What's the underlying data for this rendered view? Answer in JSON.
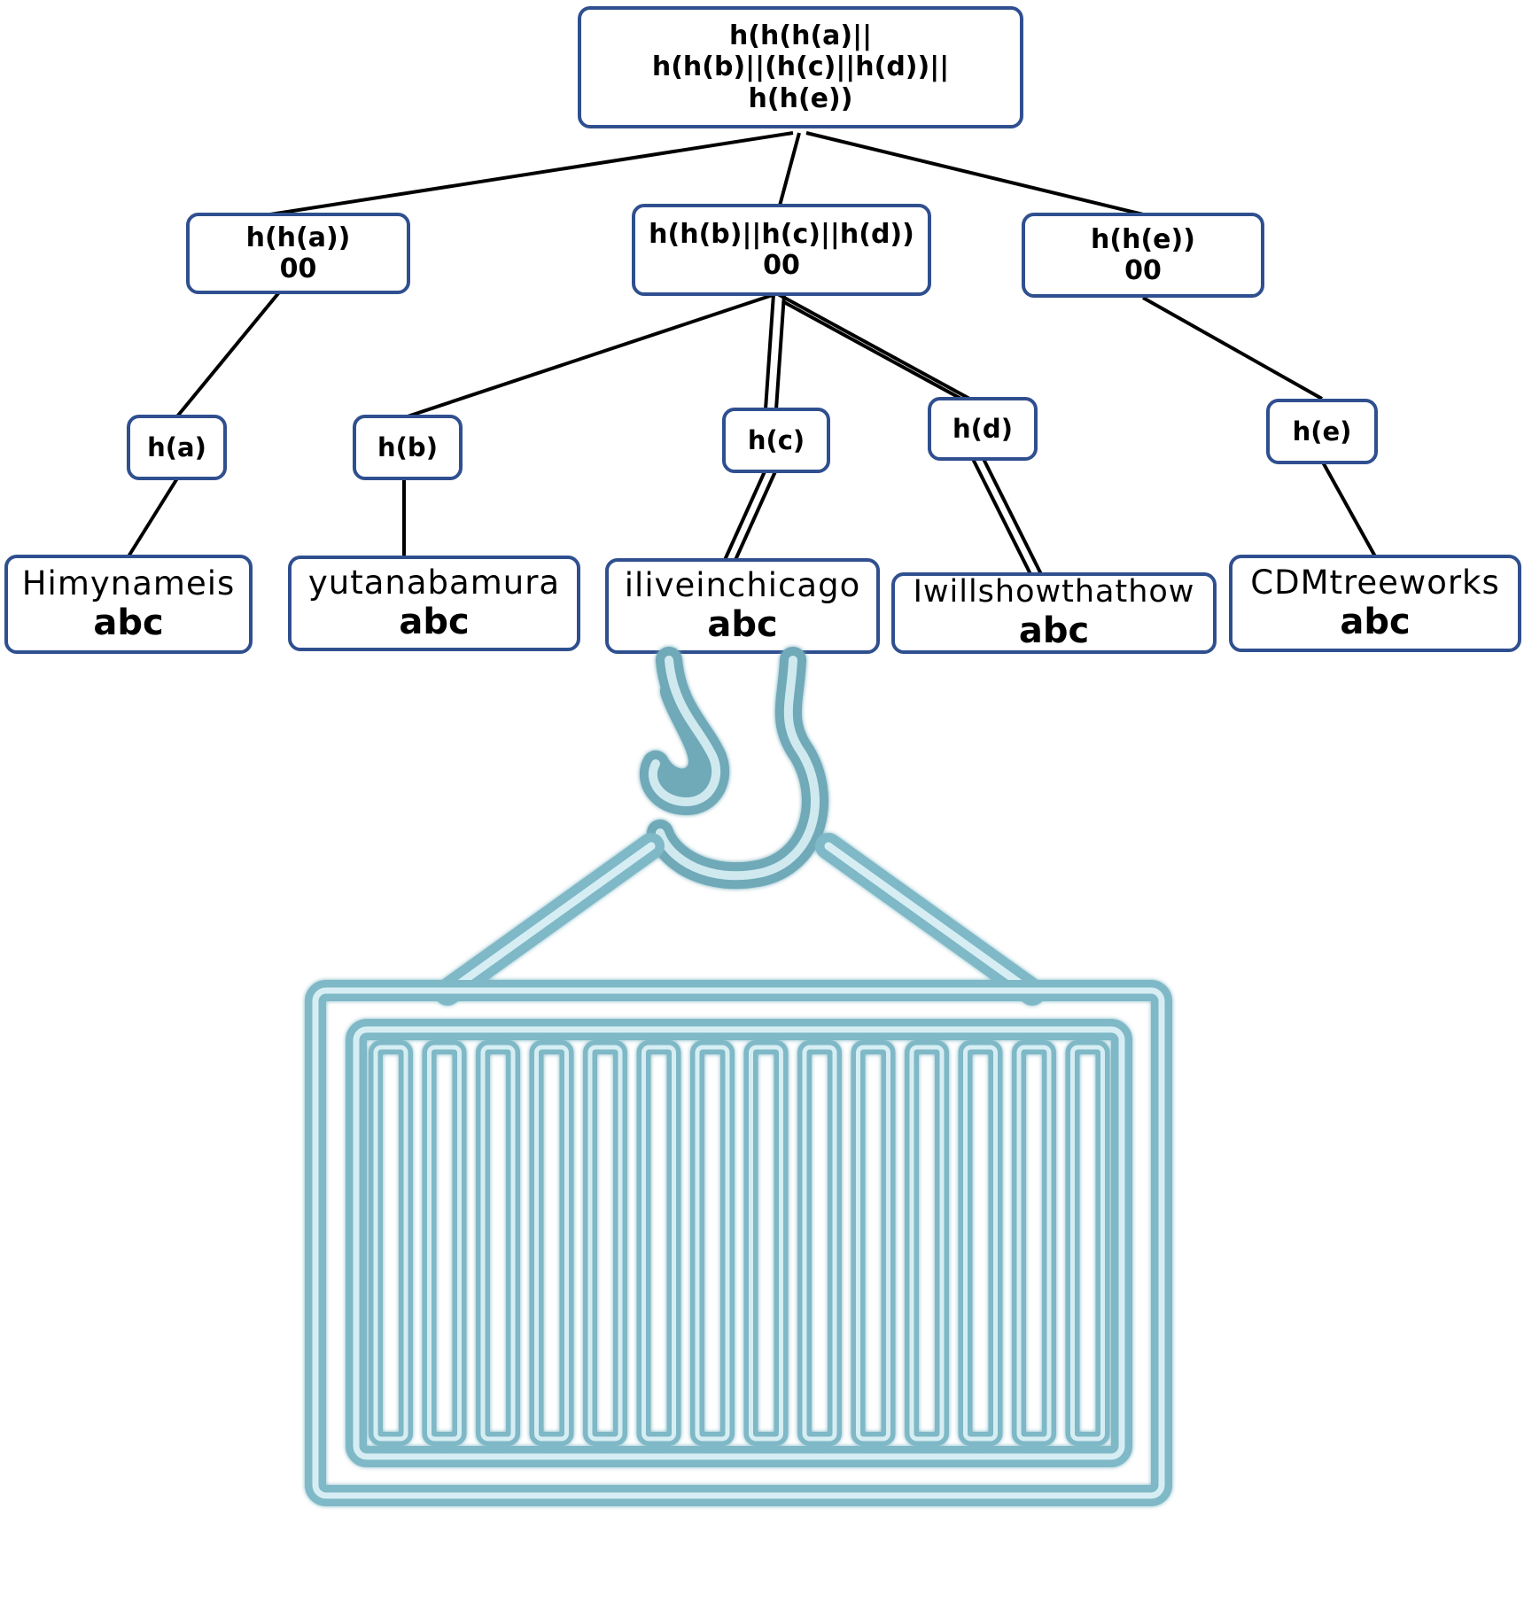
{
  "root": {
    "lines": [
      "h(h(h(a)||",
      "h(h(b)||(h(c)||h(d))||",
      "h(h(e))"
    ]
  },
  "level1": [
    {
      "label": "h(h(a))",
      "value": "00"
    },
    {
      "label": "h(h(b)||h(c)||h(d))",
      "value": "00"
    },
    {
      "label": "h(h(e))",
      "value": "00"
    }
  ],
  "level2": [
    "h(a)",
    "h(b)",
    "h(c)",
    "h(d)",
    "h(e)"
  ],
  "leaves": [
    {
      "name": "Himynameis",
      "value": "abc"
    },
    {
      "name": "yutanabamura",
      "value": "abc"
    },
    {
      "name": "iliveinchicago",
      "value": "abc"
    },
    {
      "name": "Iwillshowthathow",
      "value": "abc"
    },
    {
      "name": "CDMtreeworks",
      "value": "abc"
    }
  ],
  "icon": "shipping-container-hook-icon",
  "colors": {
    "node_border": "#2f4f8f",
    "edge": "#000000",
    "icon": "#7fb8c6"
  }
}
